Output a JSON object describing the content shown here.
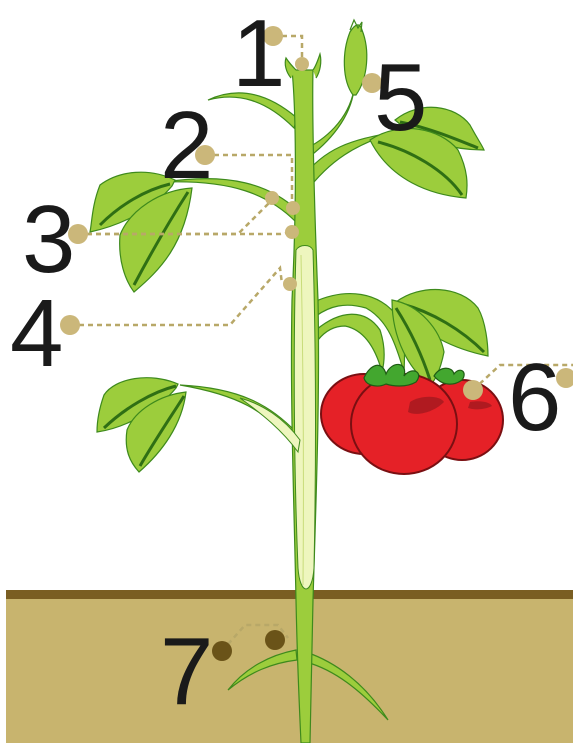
{
  "labels": [
    "1",
    "2",
    "3",
    "4",
    "5",
    "6",
    "7"
  ],
  "colors": {
    "stem": "#9ccd3c",
    "stem_outline": "#3e8a1c",
    "leaf": "#9ccd3c",
    "leaf_vein": "#2f6f14",
    "fruit": "#e52127",
    "fruit_outline": "#7a0f12",
    "sepal": "#43a72f",
    "xylem": "#eef6be",
    "soil": "#c8b46e",
    "soil_line": "#7a5e22",
    "pointer": "#b8a868",
    "pointer_dot": "#cbb77a",
    "pointer_dot_soil": "#6a5318",
    "label": "#1a1a1a"
  }
}
